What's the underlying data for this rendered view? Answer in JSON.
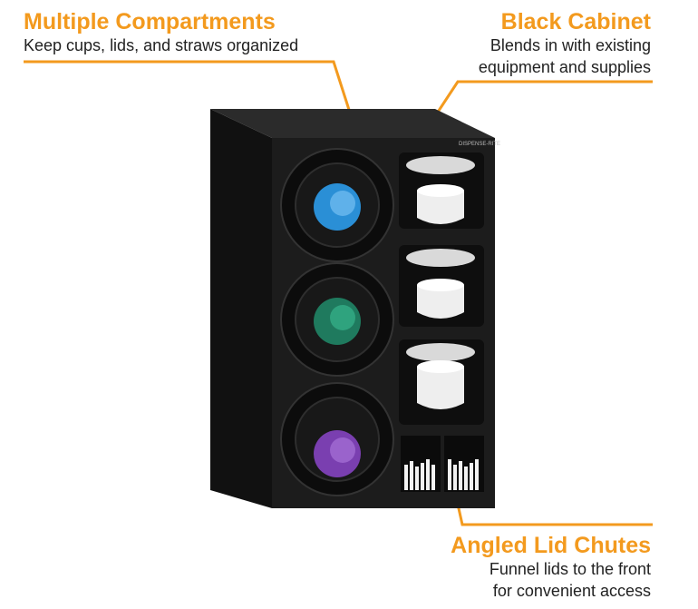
{
  "callouts": {
    "multiple_compartments": {
      "title": "Multiple Compartments",
      "desc": "Keep cups, lids, and straws organized"
    },
    "black_cabinet": {
      "title": "Black Cabinet",
      "desc_line1": "Blends in with existing",
      "desc_line2": "equipment and supplies"
    },
    "angled_lid_chutes": {
      "title": "Angled Lid Chutes",
      "desc_line1": "Funnel lids to the front",
      "desc_line2": "for convenient access"
    }
  },
  "product": {
    "brand_plate": "DISPENSE-RITE"
  },
  "colors": {
    "accent": "#f39a1e",
    "cabinet": "#1c1c1c",
    "cup_blue": "#2a8fd6",
    "cup_green": "#1f7a5e",
    "cup_purple": "#7a3fb0"
  }
}
